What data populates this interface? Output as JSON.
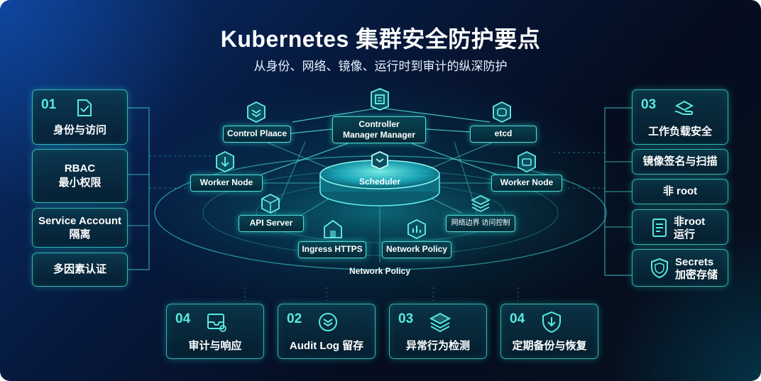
{
  "header": {
    "title": "Kubernetes 集群安全防护要点",
    "subtitle": "从身份、网络、镜像、运行时到审计的纵深防护"
  },
  "left_panel": {
    "card1": {
      "number": "01",
      "label": "身份与访问",
      "icon": "shield-check-icon"
    },
    "card2": {
      "label_line1": "RBAC",
      "label_line2": "最小权限"
    },
    "card3": {
      "label_line1": "Service Account",
      "label_line2": "隔离"
    },
    "card4": {
      "label": "多因素认证"
    }
  },
  "right_panel": {
    "card1": {
      "number": "03",
      "label": "工作负载安全",
      "icon": "hand-layers-icon"
    },
    "card2": {
      "label": "镜像签名与扫描"
    },
    "card3": {
      "label": "非 root"
    },
    "card4": {
      "label_line1": "非root",
      "label_line2": "运行",
      "icon": "document-icon"
    },
    "card5": {
      "label_line1": "Secrets",
      "label_line2": "加密存储",
      "icon": "shield-icon"
    }
  },
  "bottom_panel": [
    {
      "number": "04",
      "label": "审计与响应",
      "icon": "audit-box-icon"
    },
    {
      "number": "02",
      "label": "Audit Log 留存",
      "icon": "layers-badge-icon"
    },
    {
      "number": "03",
      "label": "异常行为检测",
      "icon": "stack-icon"
    },
    {
      "number": "04",
      "label": "定期备份与恢复",
      "icon": "shield-down-icon"
    }
  ],
  "cluster": {
    "control_plane": "Control Plaace",
    "controller_line1": "Controller",
    "controller_line2": "Manager Manager",
    "etcd": "etcd",
    "scheduler": "Scheduler",
    "worker_node_left": "Worker Node",
    "worker_node_right": "Worker Node",
    "api_server": "API Server",
    "network_access": "网络边界 访问控制",
    "ingress": "Ingress HTTPS",
    "network_policy": "Network Policy",
    "network_policy_base": "Network Policy"
  },
  "colors": {
    "accent": "#57eadf",
    "background": "#06193d",
    "text": "#ffffff"
  }
}
